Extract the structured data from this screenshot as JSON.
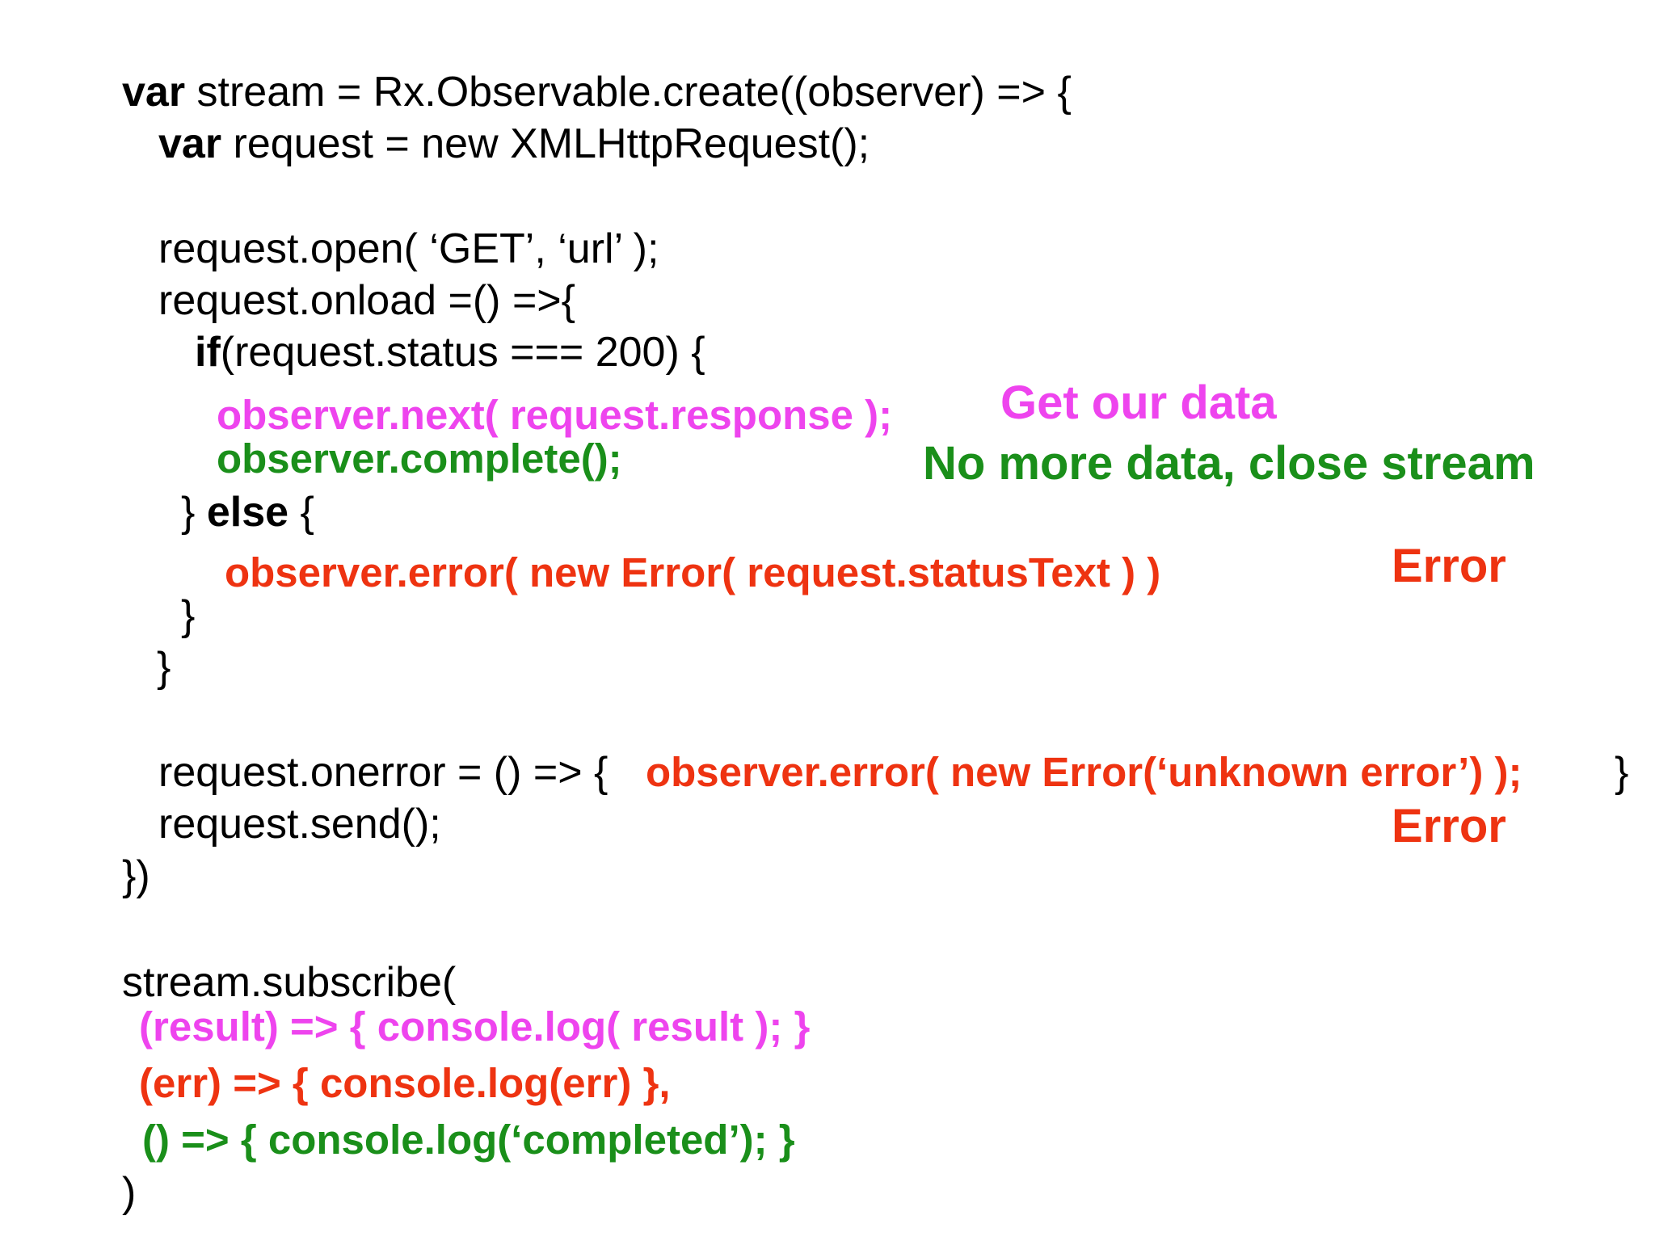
{
  "colors": {
    "next": "#ee44ee",
    "complete": "#1a8f1a",
    "error": "#ee3311",
    "text": "#000000"
  },
  "code": {
    "l1_kw": "var",
    "l1_rest": " stream = Rx.Observable.create((observer) => {",
    "l2_kw": "var",
    "l2_rest": " request = new XMLHttpRequest();",
    "l3": "request.open( ‘GET’, ‘url’ );",
    "l4": "request.onload =() =>{",
    "l5_kw": "if",
    "l5_rest": "(request.status === 200) {",
    "l6": "observer.next( request.response );",
    "l7": "observer.complete();",
    "l8_a": "} ",
    "l8_kw": "else",
    "l8_b": " {",
    "l9": "observer.error( new Error( request.statusText ) )",
    "l10": "}",
    "l11": "}",
    "l12": "request.onerror = () => {",
    "l12_err": "observer.error( new Error(‘unknown error’) );",
    "l12_close": "}",
    "l13": "request.send();",
    "l14": "})",
    "l15": "stream.subscribe(",
    "l16": "(result) => { console.log( result ); }",
    "l17": "(err) => { console.log(err) },",
    "l18": "() => { console.log(‘completed’); }",
    "l19": ")"
  },
  "annotations": {
    "get_data": "Get our data",
    "no_more": "No more data, close stream",
    "error1": "Error",
    "error2": "Error"
  }
}
